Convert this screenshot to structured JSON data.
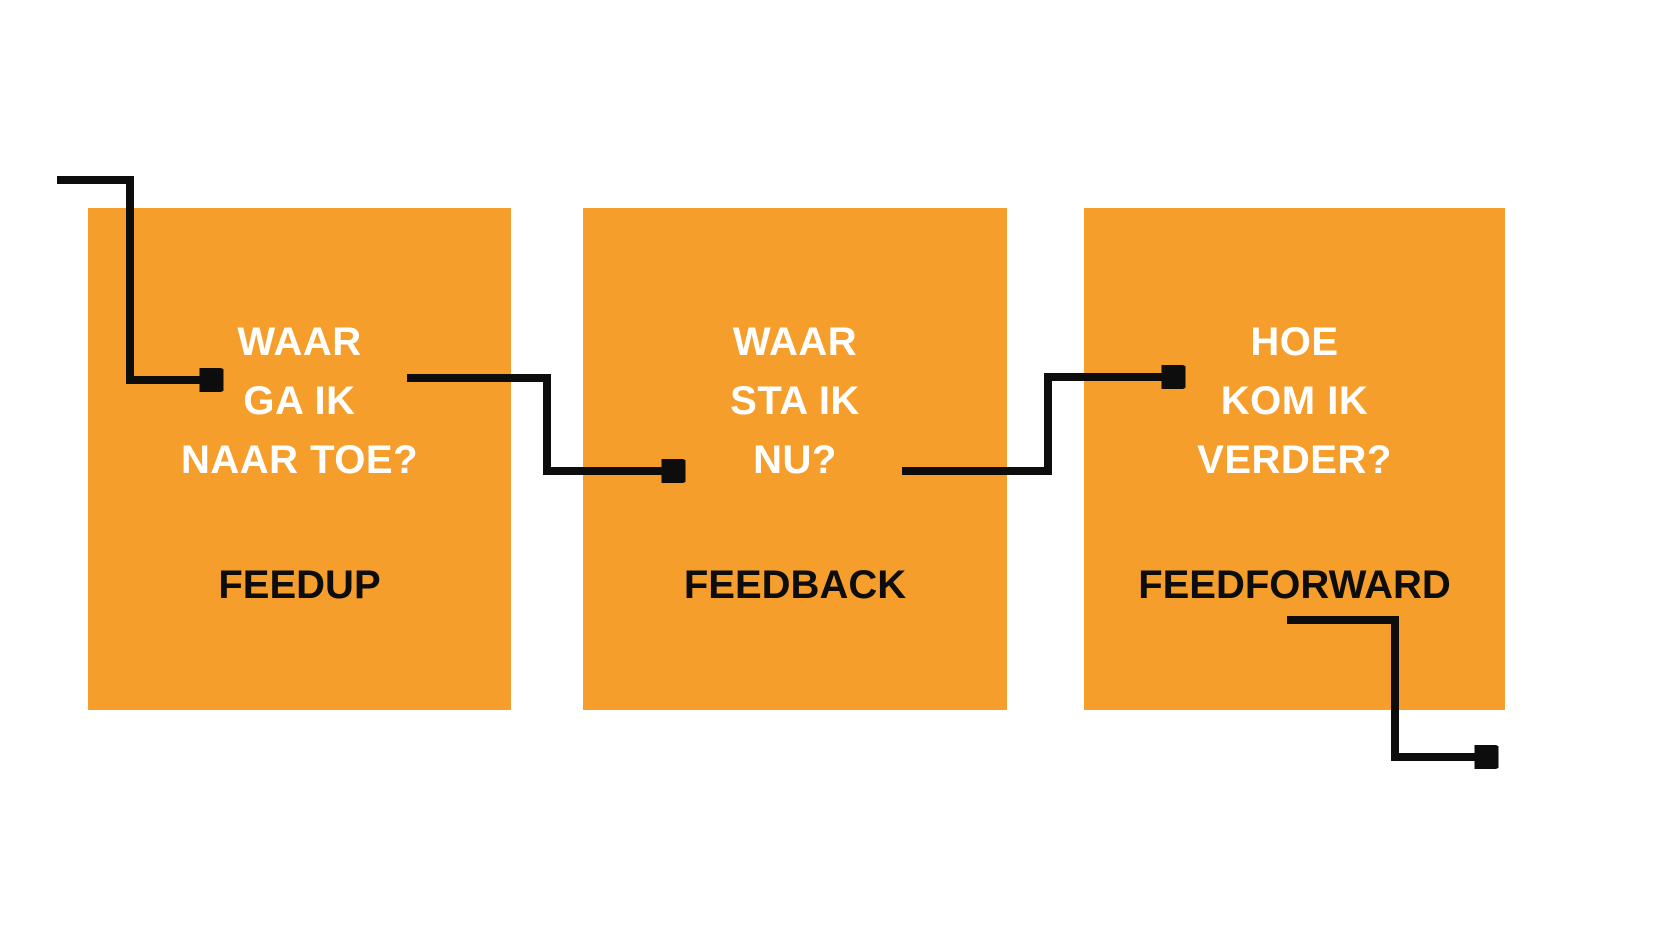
{
  "diagram": {
    "title": "Feedup-Feedback-Feedforward flow",
    "colors": {
      "box_fill": "#F59E2C",
      "question_text": "#FFFFFF",
      "label_text": "#0D0D0D",
      "arrow": "#0D0D0D",
      "background": "#FFFFFF"
    },
    "boxes": [
      {
        "name": "feedup",
        "lines": [
          "WAAR",
          "GA IK",
          "NAAR TOE?"
        ],
        "label": "FEEDUP"
      },
      {
        "name": "feedback",
        "lines": [
          "WAAR",
          "STA IK",
          "NU?"
        ],
        "label": "FEEDBACK"
      },
      {
        "name": "feedforward",
        "lines": [
          "HOE",
          "KOM IK",
          "VERDER?"
        ],
        "label": "FEEDFORWARD"
      }
    ],
    "arrows": [
      {
        "name": "entry-arrow",
        "from": "outside-top-left",
        "to": "feedup"
      },
      {
        "name": "feedup-to-feedback-arrow",
        "from": "feedup",
        "to": "feedback"
      },
      {
        "name": "feedback-to-feedforward-arrow",
        "from": "feedback",
        "to": "feedforward"
      },
      {
        "name": "exit-arrow",
        "from": "feedforward",
        "to": "outside-bottom-right"
      }
    ]
  }
}
